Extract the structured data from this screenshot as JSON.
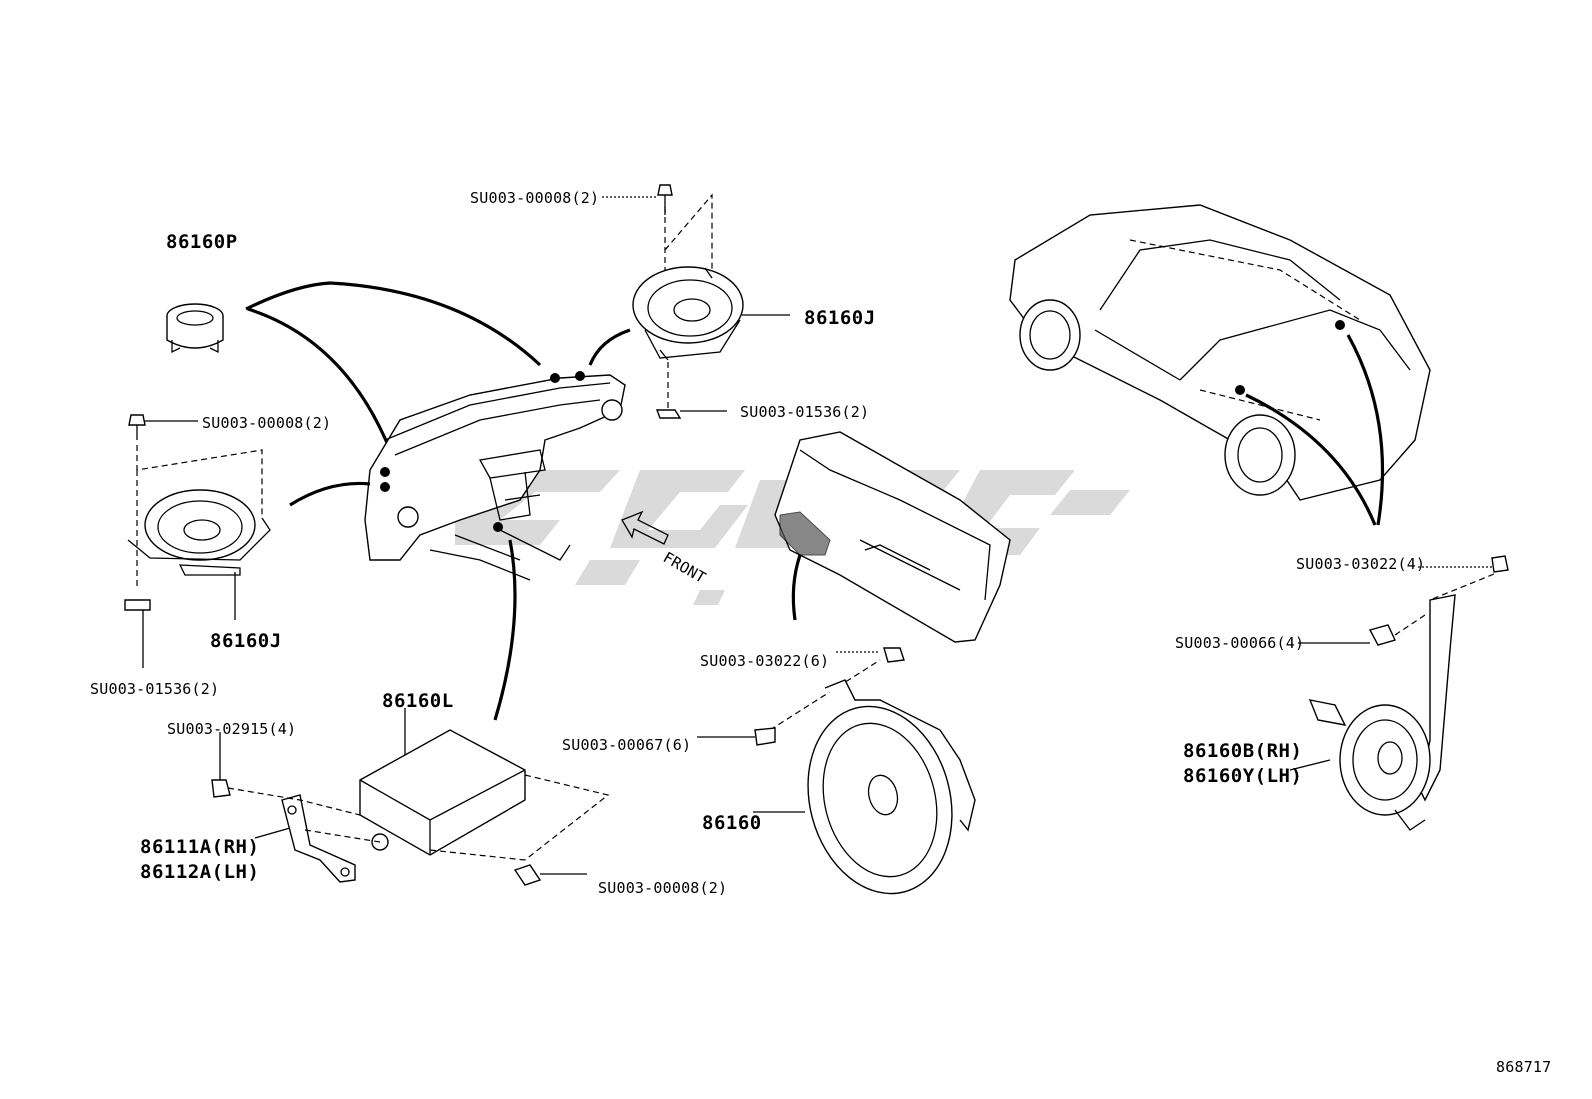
{
  "callouts": {
    "su_00008_top": "SU003-00008(2)",
    "p86160P": "86160P",
    "p86160J_right": "86160J",
    "su_01536_top": "SU003-01536(2)",
    "su_00008_left": "SU003-00008(2)",
    "p86160J_left": "86160J",
    "su_01536_left": "SU003-01536(2)",
    "su_02915": "SU003-02915(4)",
    "p86160L": "86160L",
    "p86111A": "86111A(RH)",
    "p86112A": "86112A(LH)",
    "su_00008_bottom": "SU003-00008(2)",
    "su_03022_mid": "SU003-03022(6)",
    "su_00067": "SU003-00067(6)",
    "p86160": "86160",
    "su_03022_right": "SU003-03022(4)",
    "su_00066": "SU003-00066(4)",
    "p86160B": "86160B(RH)",
    "p86160Y": "86160Y(LH)",
    "front_arrow": "FRONT",
    "diagram_number": "868717"
  },
  "colors": {
    "line": "#000000",
    "watermark": "#d6d6d6",
    "background": "#ffffff"
  }
}
